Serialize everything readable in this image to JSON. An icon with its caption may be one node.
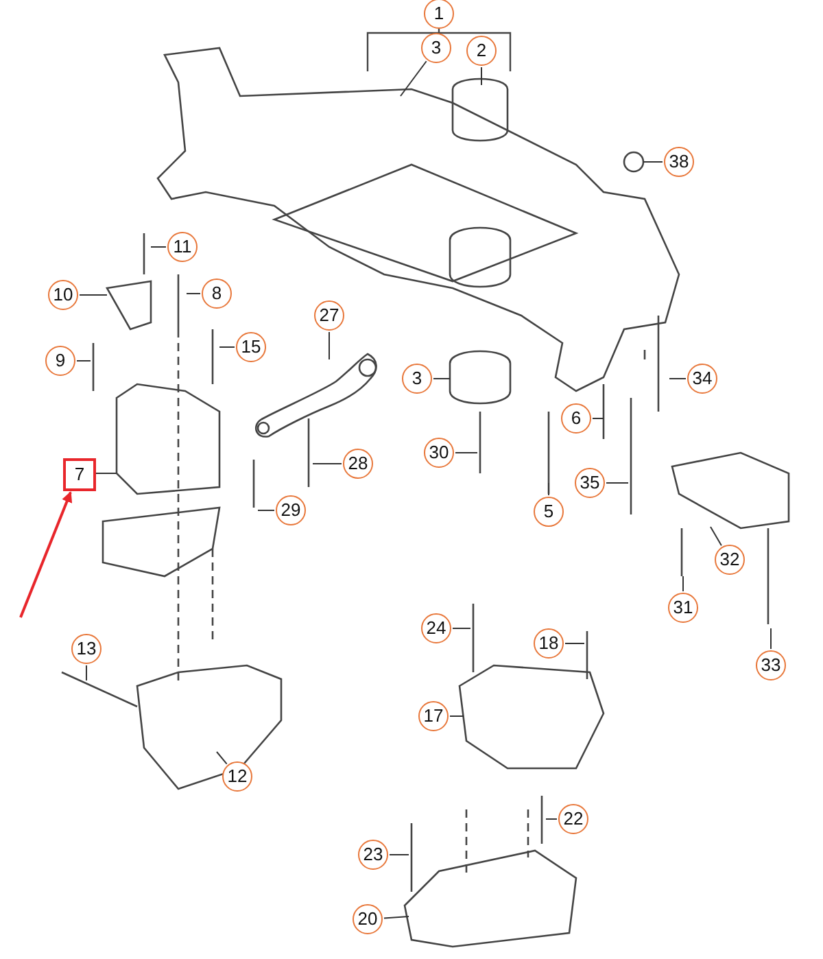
{
  "diagram": {
    "nodes": [
      {
        "text": [
          "1"
        ]
      },
      {
        "text": [
          "3"
        ]
      },
      {
        "text": [
          "2"
        ]
      },
      {
        "text": [
          "38"
        ]
      },
      {
        "text": [
          "11"
        ]
      },
      {
        "text": [
          "8"
        ]
      },
      {
        "text": [
          "10"
        ]
      },
      {
        "text": [
          "27"
        ]
      },
      {
        "text": [
          "9"
        ]
      },
      {
        "text": [
          "15"
        ]
      },
      {
        "text": [
          "3"
        ]
      },
      {
        "text": [
          "34"
        ]
      },
      {
        "text": [
          "6"
        ]
      },
      {
        "text": [
          "30"
        ]
      },
      {
        "text": [
          "28"
        ]
      },
      {
        "text": [
          "7"
        ]
      },
      {
        "text": [
          "35"
        ]
      },
      {
        "text": [
          "29"
        ]
      },
      {
        "text": [
          "5"
        ]
      },
      {
        "text": [
          "32"
        ]
      },
      {
        "text": [
          "31"
        ]
      },
      {
        "text": [
          "24"
        ]
      },
      {
        "text": [
          "18"
        ]
      },
      {
        "text": [
          "13"
        ]
      },
      {
        "text": [
          "33"
        ]
      },
      {
        "text": [
          "17"
        ]
      },
      {
        "text": [
          "12"
        ]
      },
      {
        "text": [
          "22"
        ]
      },
      {
        "text": [
          "23"
        ]
      },
      {
        "text": [
          "20"
        ]
      }
    ],
    "edges": [
      {
        "from": 1,
        "to": null,
        "arrow": "none"
      },
      {
        "from": 2,
        "to": null,
        "arrow": "none"
      },
      {
        "from": 3,
        "to": null,
        "arrow": "none"
      },
      {
        "from": 4,
        "to": null,
        "arrow": "none"
      },
      {
        "from": 5,
        "to": null,
        "arrow": "none"
      },
      {
        "from": 6,
        "to": null,
        "arrow": "none"
      },
      {
        "from": 7,
        "to": null,
        "arrow": "none"
      },
      {
        "from": 8,
        "to": null,
        "arrow": "none"
      },
      {
        "from": 9,
        "to": null,
        "arrow": "none"
      },
      {
        "from": 10,
        "to": null,
        "arrow": "none"
      },
      {
        "from": 11,
        "to": null,
        "arrow": "none"
      },
      {
        "from": 12,
        "to": null,
        "arrow": "none"
      },
      {
        "from": 13,
        "to": null,
        "arrow": "none"
      },
      {
        "from": 14,
        "to": null,
        "arrow": "none"
      },
      {
        "from": 15,
        "to": null,
        "arrow": "none"
      },
      {
        "from": 16,
        "to": null,
        "arrow": "none"
      },
      {
        "from": 17,
        "to": null,
        "arrow": "none"
      },
      {
        "from": 18,
        "to": null,
        "arrow": "none"
      },
      {
        "from": 19,
        "to": null,
        "arrow": "none"
      },
      {
        "from": 20,
        "to": null,
        "arrow": "none"
      },
      {
        "from": 21,
        "to": null,
        "arrow": "none"
      },
      {
        "from": 22,
        "to": null,
        "arrow": "none"
      },
      {
        "from": 23,
        "to": null,
        "arrow": "none"
      },
      {
        "from": 24,
        "to": null,
        "arrow": "none"
      },
      {
        "from": 25,
        "to": null,
        "arrow": "none"
      },
      {
        "from": 26,
        "to": null,
        "arrow": "none"
      },
      {
        "from": 27,
        "to": null,
        "arrow": "none"
      },
      {
        "from": 28,
        "to": null,
        "arrow": "none"
      },
      {
        "from": 29,
        "to": null,
        "arrow": "none"
      },
      {
        "from": null,
        "to": 15,
        "arrow": "to",
        "color": "#e8262b"
      }
    ]
  }
}
